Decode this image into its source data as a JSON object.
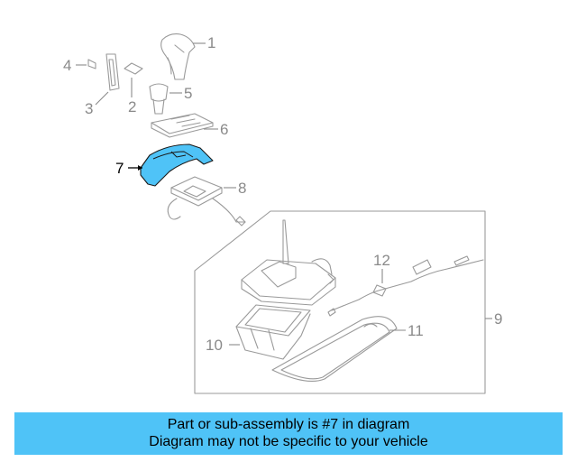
{
  "diagram": {
    "highlight_color": "#4fc3f7",
    "highlighted_part": "7",
    "callouts": [
      "1",
      "2",
      "3",
      "4",
      "5",
      "6",
      "7",
      "8",
      "9",
      "10",
      "11",
      "12"
    ]
  },
  "banner": {
    "line1": "Part or sub-assembly is #7 in diagram",
    "line2": "Diagram may not be specific to your vehicle",
    "background": "#4fc3f7"
  }
}
